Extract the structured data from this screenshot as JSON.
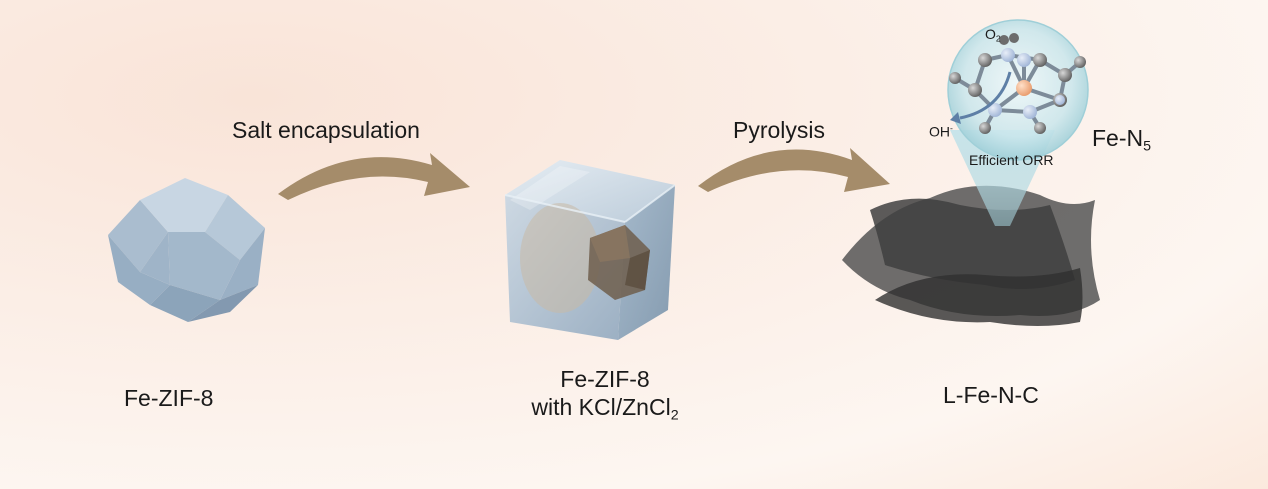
{
  "steps": [
    {
      "label": "Fe-ZIF-8"
    },
    {
      "label_line1": "Fe-ZIF-8",
      "label_line2_main": "with KCl/ZnCl",
      "label_line2_sub": "2"
    },
    {
      "label": "L-Fe-N-C"
    }
  ],
  "arrows": [
    {
      "label": "Salt encapsulation"
    },
    {
      "label": "Pyrolysis"
    }
  ],
  "inset": {
    "o2_main": "O",
    "o2_sub": "2",
    "oh_main": "OH",
    "oh_sup": "-",
    "caption": "Efficient ORR",
    "site_main": "Fe-N",
    "site_sub": "5"
  },
  "colors": {
    "arrow": "#a58c6a",
    "crystal": "#b4c6d8",
    "sheet": "#4a4a4a",
    "salt_cube": "#9db3c8",
    "bubble": "#c9e6ec"
  }
}
